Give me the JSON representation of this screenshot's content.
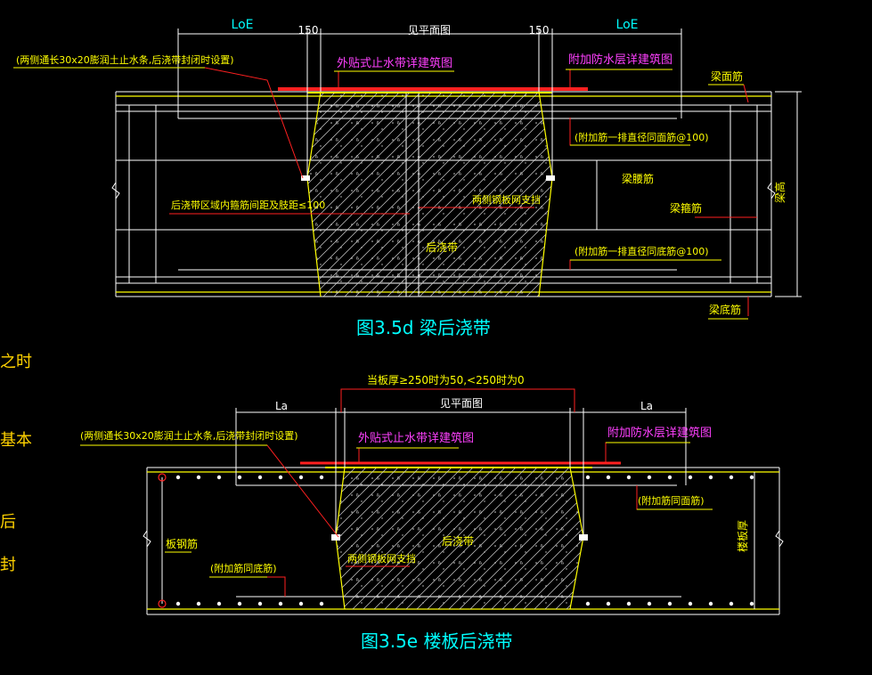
{
  "colors": {
    "background": "#000000",
    "structure": "#ffffff",
    "rebar": "#ffff00",
    "leader": "#ff0000",
    "label_yellow": "#ffff00",
    "label_magenta": "#ff00ff",
    "dimension": "#00ffff",
    "title": "#00ffff"
  },
  "left_edge_fragments": [
    "之时",
    "基本",
    "后",
    "封"
  ],
  "beam": {
    "title": "图3.5d 梁后浇带",
    "dims": {
      "loe_left": "LoE",
      "w150_left": "150",
      "see_plan": "见平面图",
      "w150_right": "150",
      "loe_right": "LoE"
    },
    "labels": {
      "sealing_strip": "(两侧通长30x20膨润土止水条,后浇带封闭时设置)",
      "external_waterstop": "外贴式止水带详建筑图",
      "extra_waterproof": "附加防水层详建筑图",
      "top_bar": "梁面筋",
      "extra_top_bar": "(附加筋一排直径同面筋@100)",
      "waist_bar": "梁腰筋",
      "stirrup_spacing": "后浇带区域内箍筋间距及肢距≤100",
      "mesh_support": "两侧钢板网支挡",
      "stirrup": "梁箍筋",
      "beam_height": "梁高",
      "post_pour": "后浇带",
      "extra_bottom_bar": "(附加筋一排直径同底筋@100)",
      "bottom_bar": "梁底筋"
    }
  },
  "slab": {
    "title": "图3.5e 楼板后浇带",
    "dims": {
      "thickness_rule": "当板厚≥250时为50,<250时为0",
      "la_left": "La",
      "see_plan": "见平面图",
      "la_right": "La"
    },
    "labels": {
      "sealing_strip": "(两侧通长30x20膨润土止水条,后浇带封闭时设置)",
      "external_waterstop": "外贴式止水带详建筑图",
      "extra_waterproof": "附加防水层详建筑图",
      "extra_top_bar": "(附加筋同面筋)",
      "slab_bar": "板钢筋",
      "mesh_support": "两侧钢板网支挡",
      "post_pour": "后浇带",
      "slab_thickness": "楼板厚",
      "extra_bottom_bar": "(附加筋同底筋)"
    }
  }
}
